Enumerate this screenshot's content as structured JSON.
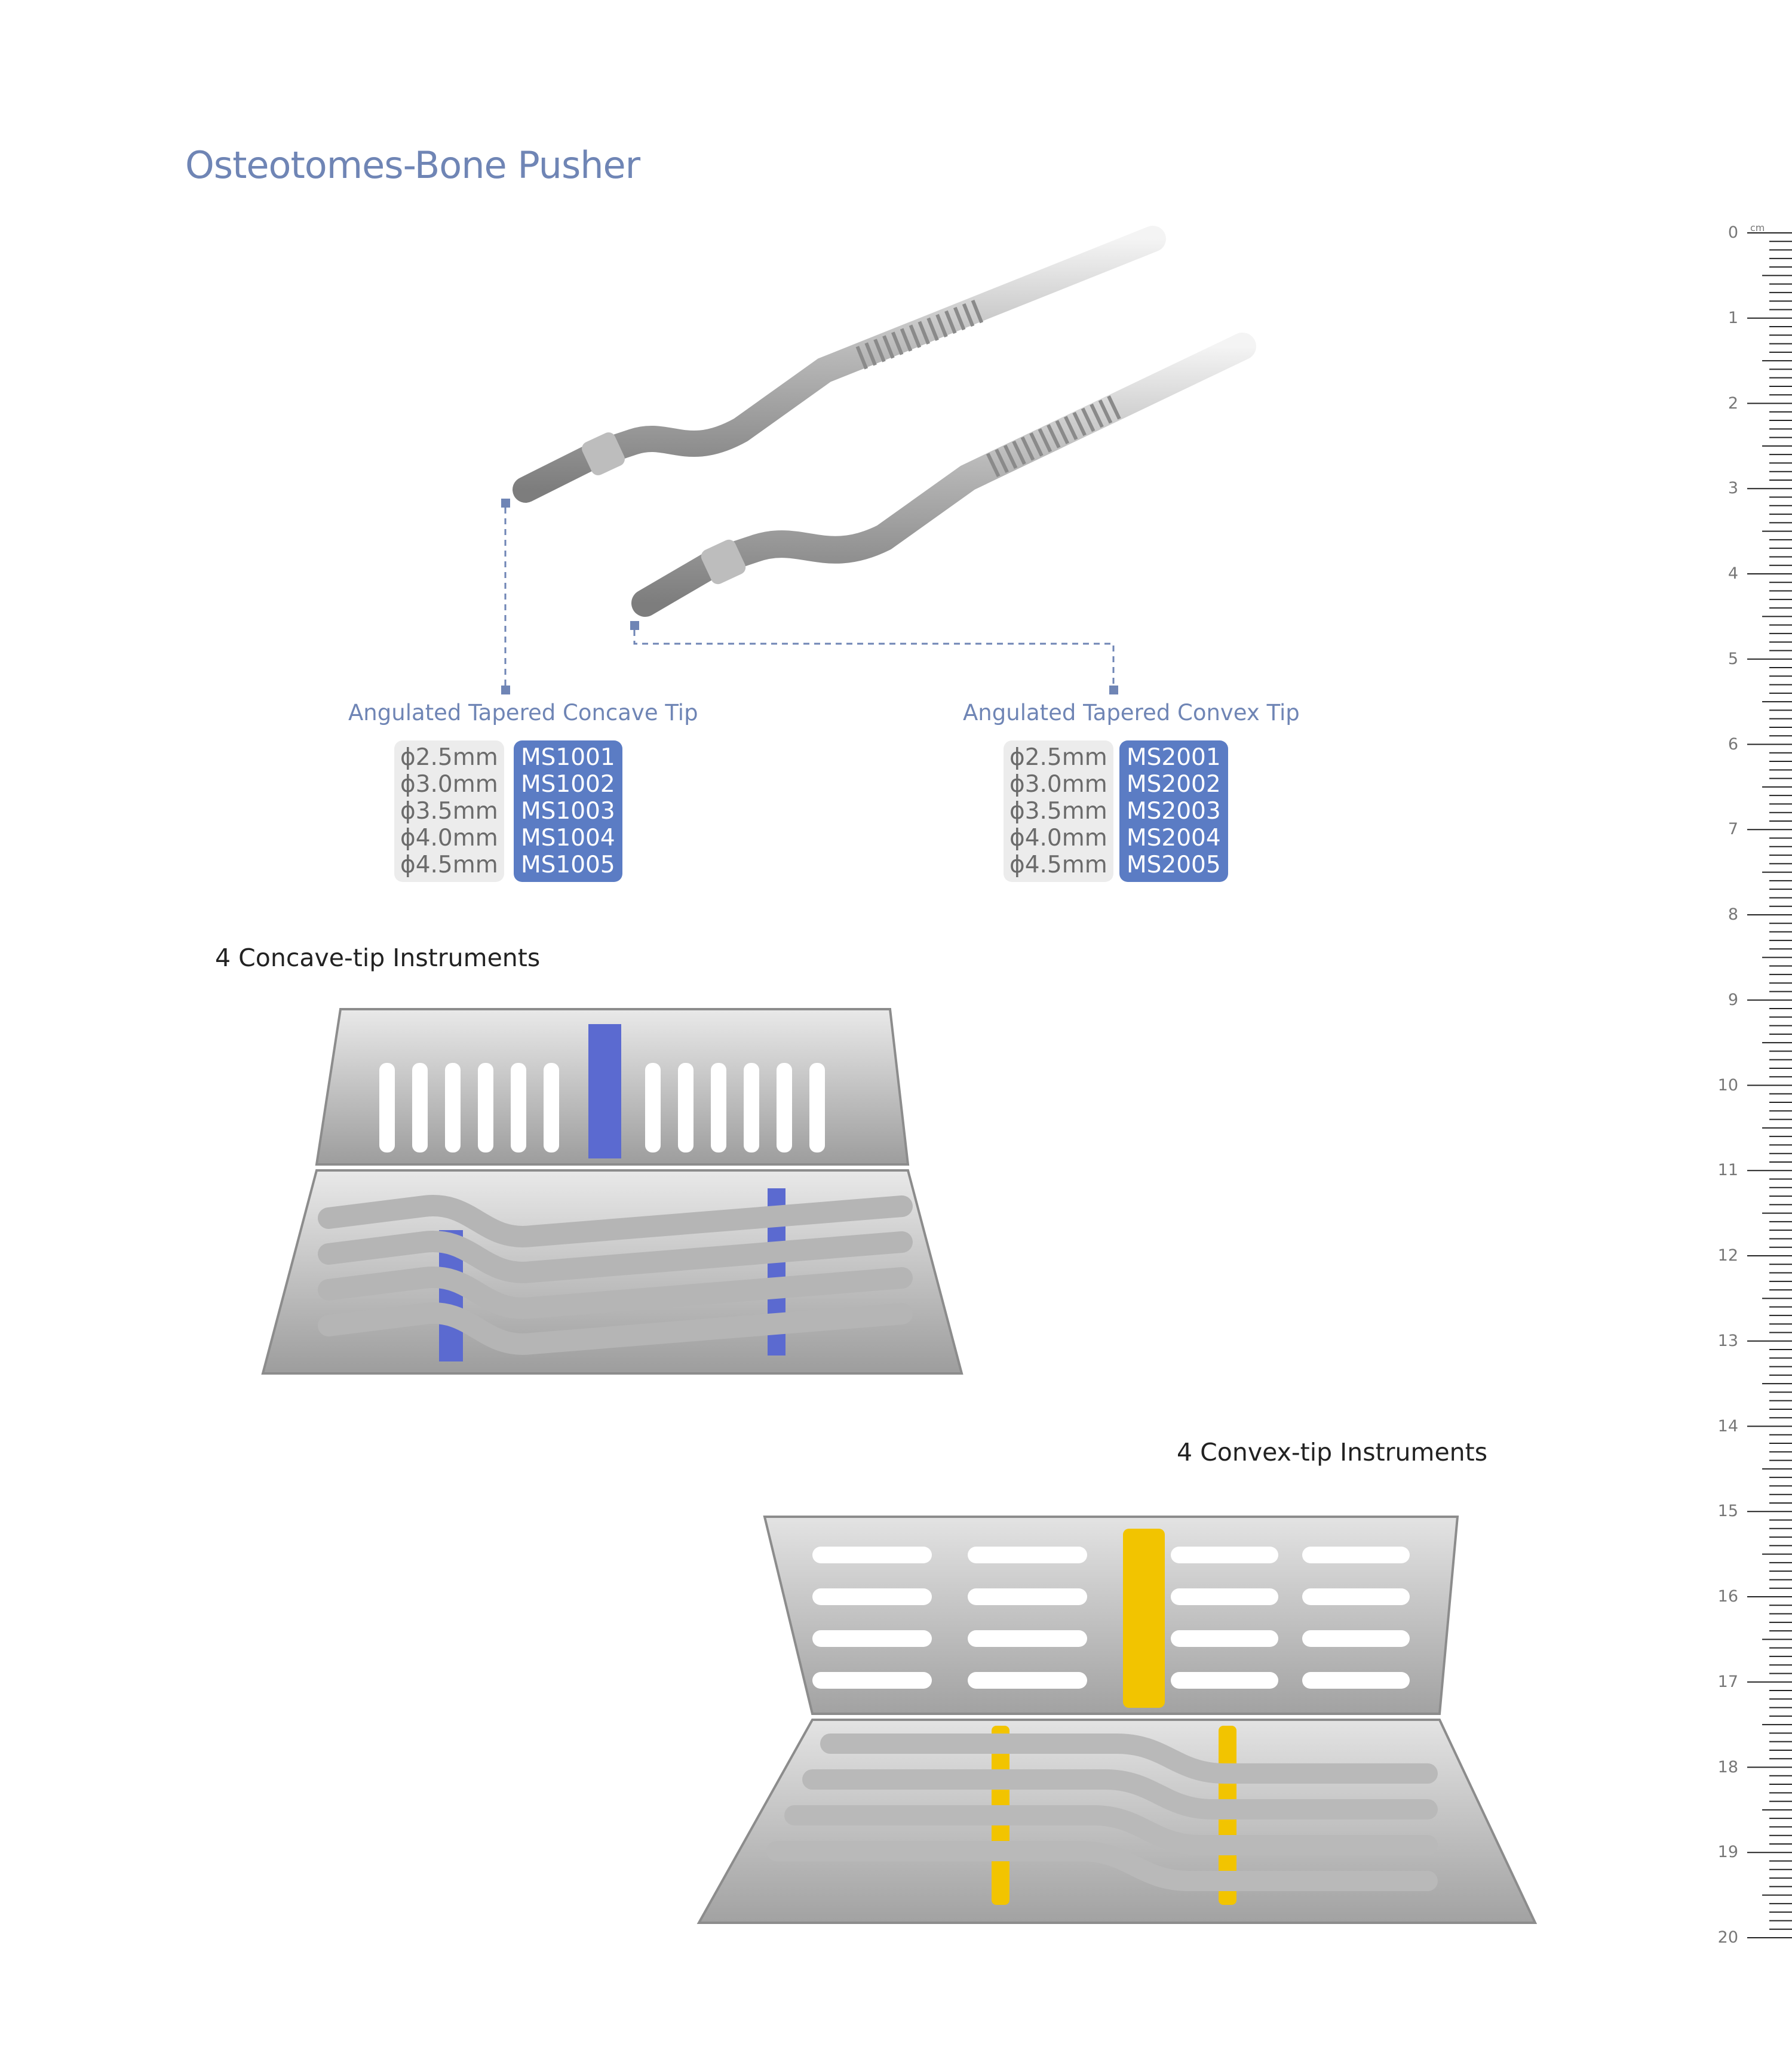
{
  "page_title": "Osteotomes-Bone Pusher",
  "concave": {
    "label": "Angulated Tapered Concave Tip",
    "sizes": [
      "ϕ2.5mm",
      "ϕ3.0mm",
      "ϕ3.5mm",
      "ϕ4.0mm",
      "ϕ4.5mm"
    ],
    "codes": [
      "MS1001",
      "MS1002",
      "MS1003",
      "MS1004",
      "MS1005"
    ]
  },
  "convex": {
    "label": "Angulated Tapered Convex Tip",
    "sizes": [
      "ϕ2.5mm",
      "ϕ3.0mm",
      "ϕ3.5mm",
      "ϕ4.0mm",
      "ϕ4.5mm"
    ],
    "codes": [
      "MS2001",
      "MS2002",
      "MS2003",
      "MS2004",
      "MS2005"
    ]
  },
  "sections": {
    "concave_kit": "4 Concave-tip Instruments",
    "convex_kit": "4 Convex-tip Instruments"
  },
  "ruler": {
    "unit": "cm",
    "numbers": [
      "0",
      "1",
      "2",
      "3",
      "4",
      "5",
      "6",
      "7",
      "8",
      "9",
      "10",
      "11",
      "12",
      "13",
      "14",
      "15",
      "16",
      "17",
      "18",
      "19",
      "20"
    ]
  },
  "colors": {
    "accent": "#6f85b5",
    "code_bg": "#5b7cc4",
    "spec_bg": "#ececec",
    "concave_holder": "#5b6ad0",
    "convex_holder": "#f2c400"
  }
}
